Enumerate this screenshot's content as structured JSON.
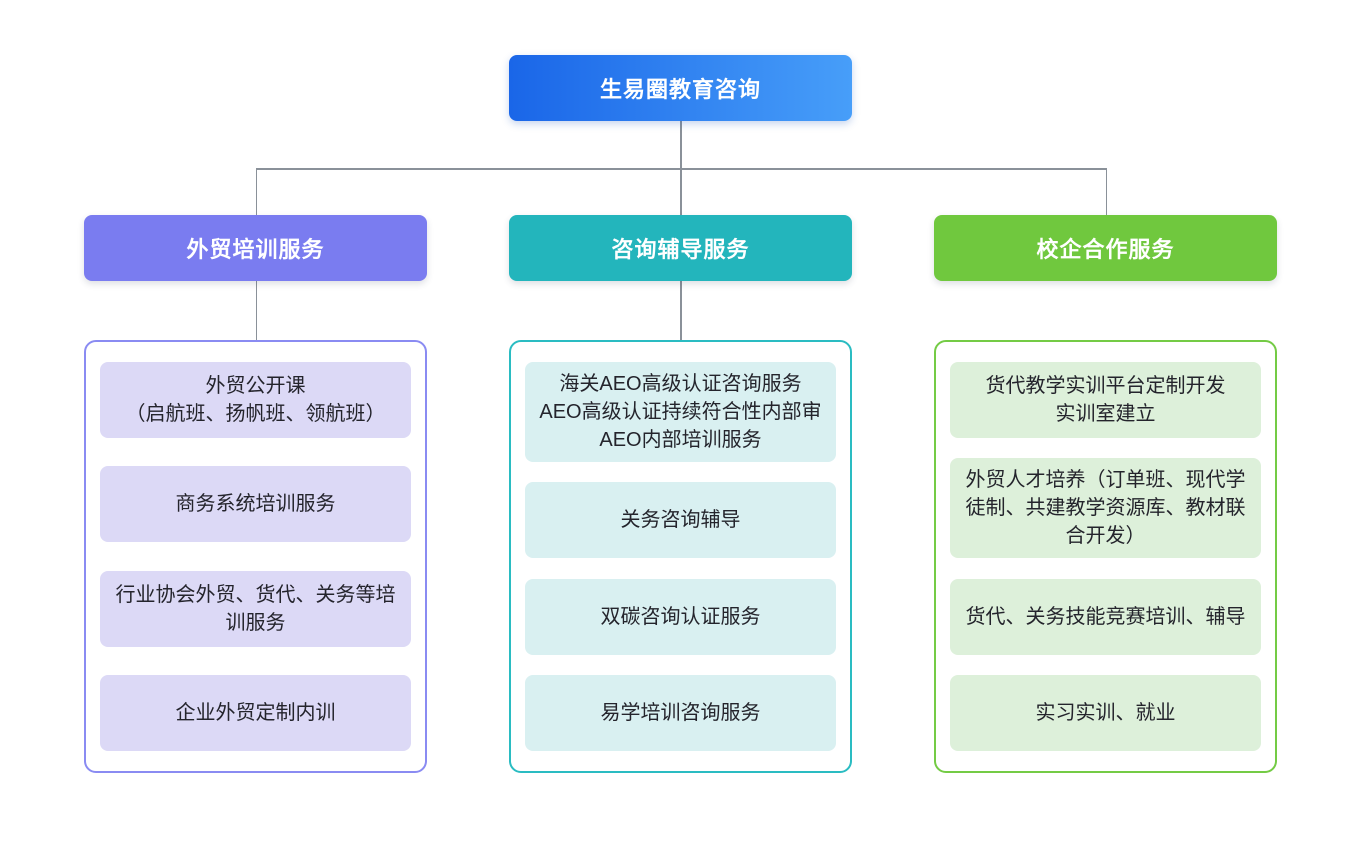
{
  "chart": {
    "type": "org-chart",
    "connector_color": "#8a9199",
    "root": {
      "label": "生易圈教育咨询",
      "gradient_from": "#1a66e8",
      "gradient_to": "#479ef9",
      "text_color": "#ffffff"
    },
    "branches": [
      {
        "label": "外贸培训服务",
        "theme": {
          "header_bg": "#7a7cf0",
          "container_border": "#8a8bf2",
          "item_bg": "#dcd9f6"
        },
        "items": [
          "外贸公开课\n（启航班、扬帆班、领航班）",
          "商务系统培训服务",
          "行业协会外贸、货代、关务等培训服务",
          "企业外贸定制内训"
        ]
      },
      {
        "label": "咨询辅导服务",
        "theme": {
          "header_bg": "#23b5bc",
          "container_border": "#2abcc2",
          "item_bg": "#d9f0f1"
        },
        "items": [
          "海关AEO高级认证咨询服务\nAEO高级认证持续符合性内部审\nAEO内部培训服务",
          "关务咨询辅导",
          "双碳咨询认证服务",
          "易学培训咨询服务"
        ]
      },
      {
        "label": "校企合作服务",
        "theme": {
          "header_bg": "#70c83e",
          "container_border": "#74cb45",
          "item_bg": "#ddf0da"
        },
        "items": [
          "货代教学实训平台定制开发\n实训室建立",
          "外贸人才培养（订单班、现代学徒制、共建教学资源库、教材联合开发）",
          "货代、关务技能竞赛培训、辅导",
          "实习实训、就业"
        ]
      }
    ]
  }
}
